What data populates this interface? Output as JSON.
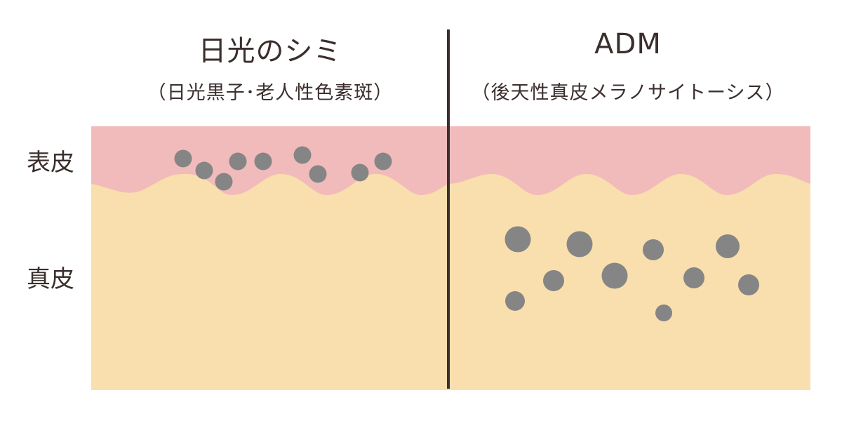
{
  "left_panel": {
    "title": "日光のシミ",
    "subtitle": "（日光黒子･老人性色素斑）"
  },
  "right_panel": {
    "title": "ADM",
    "subtitle": "（後天性真皮メラノサイトーシス）"
  },
  "layers": {
    "epidermis": "表皮",
    "dermis": "真皮"
  },
  "colors": {
    "epidermis": "#f1bbbb",
    "dermis": "#f8dfad",
    "melanin": "#858585",
    "divider": "#3a2f2d"
  }
}
